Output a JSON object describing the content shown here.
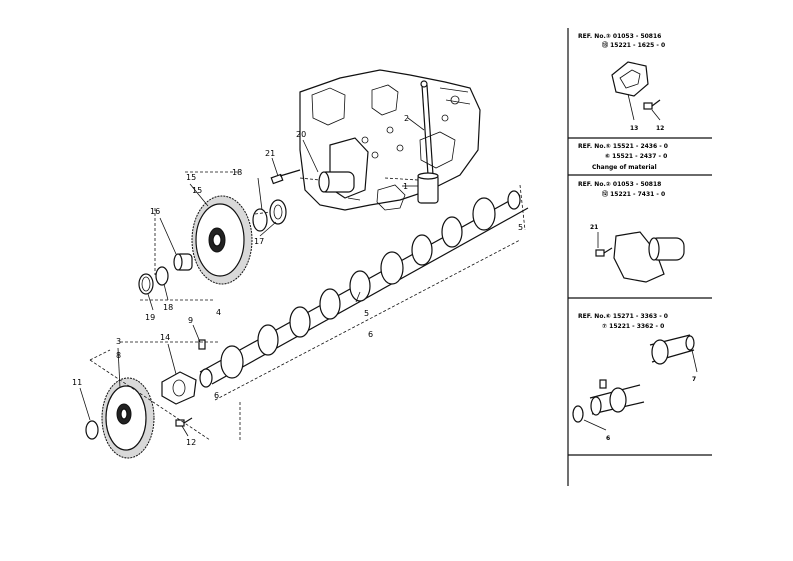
{
  "callouts": {
    "c1": "1",
    "c2": "2",
    "c3": "3",
    "c4": "4",
    "c5": "5",
    "c6": "6",
    "c7": "7",
    "c8": "8",
    "c9": "9",
    "c11": "11",
    "c12": "12",
    "c13": "13",
    "c14": "14",
    "c15": "15",
    "c16": "16",
    "c17": "17",
    "c18": "18",
    "c19": "19",
    "c20": "20",
    "c21": "21",
    "c6b": "6",
    "c15b": "15"
  },
  "panels": {
    "p1": {
      "ref_line1": "REF. No.③ 01053 - 50816",
      "ref_line2": "⑬ 15221 - 1625 - 0",
      "callout_a": "13",
      "callout_b": "12"
    },
    "p2": {
      "ref_line1": "REF. No.⑤ 15521 - 2436 - 0",
      "ref_line2": "⑥ 15521 - 2437 - 0",
      "note": "Change of material"
    },
    "p3": {
      "ref_line1": "REF. No.② 01053 - 50818",
      "ref_line2": "⑫ 15221 - 7431 - 0",
      "callout_a": "21"
    },
    "p4": {
      "ref_line1": "REF. No.⑥ 15271 - 3363 - 0",
      "ref_line2": "⑦ 15221 - 3362 - 0",
      "callout_a": "7",
      "callout_b": "6"
    }
  }
}
